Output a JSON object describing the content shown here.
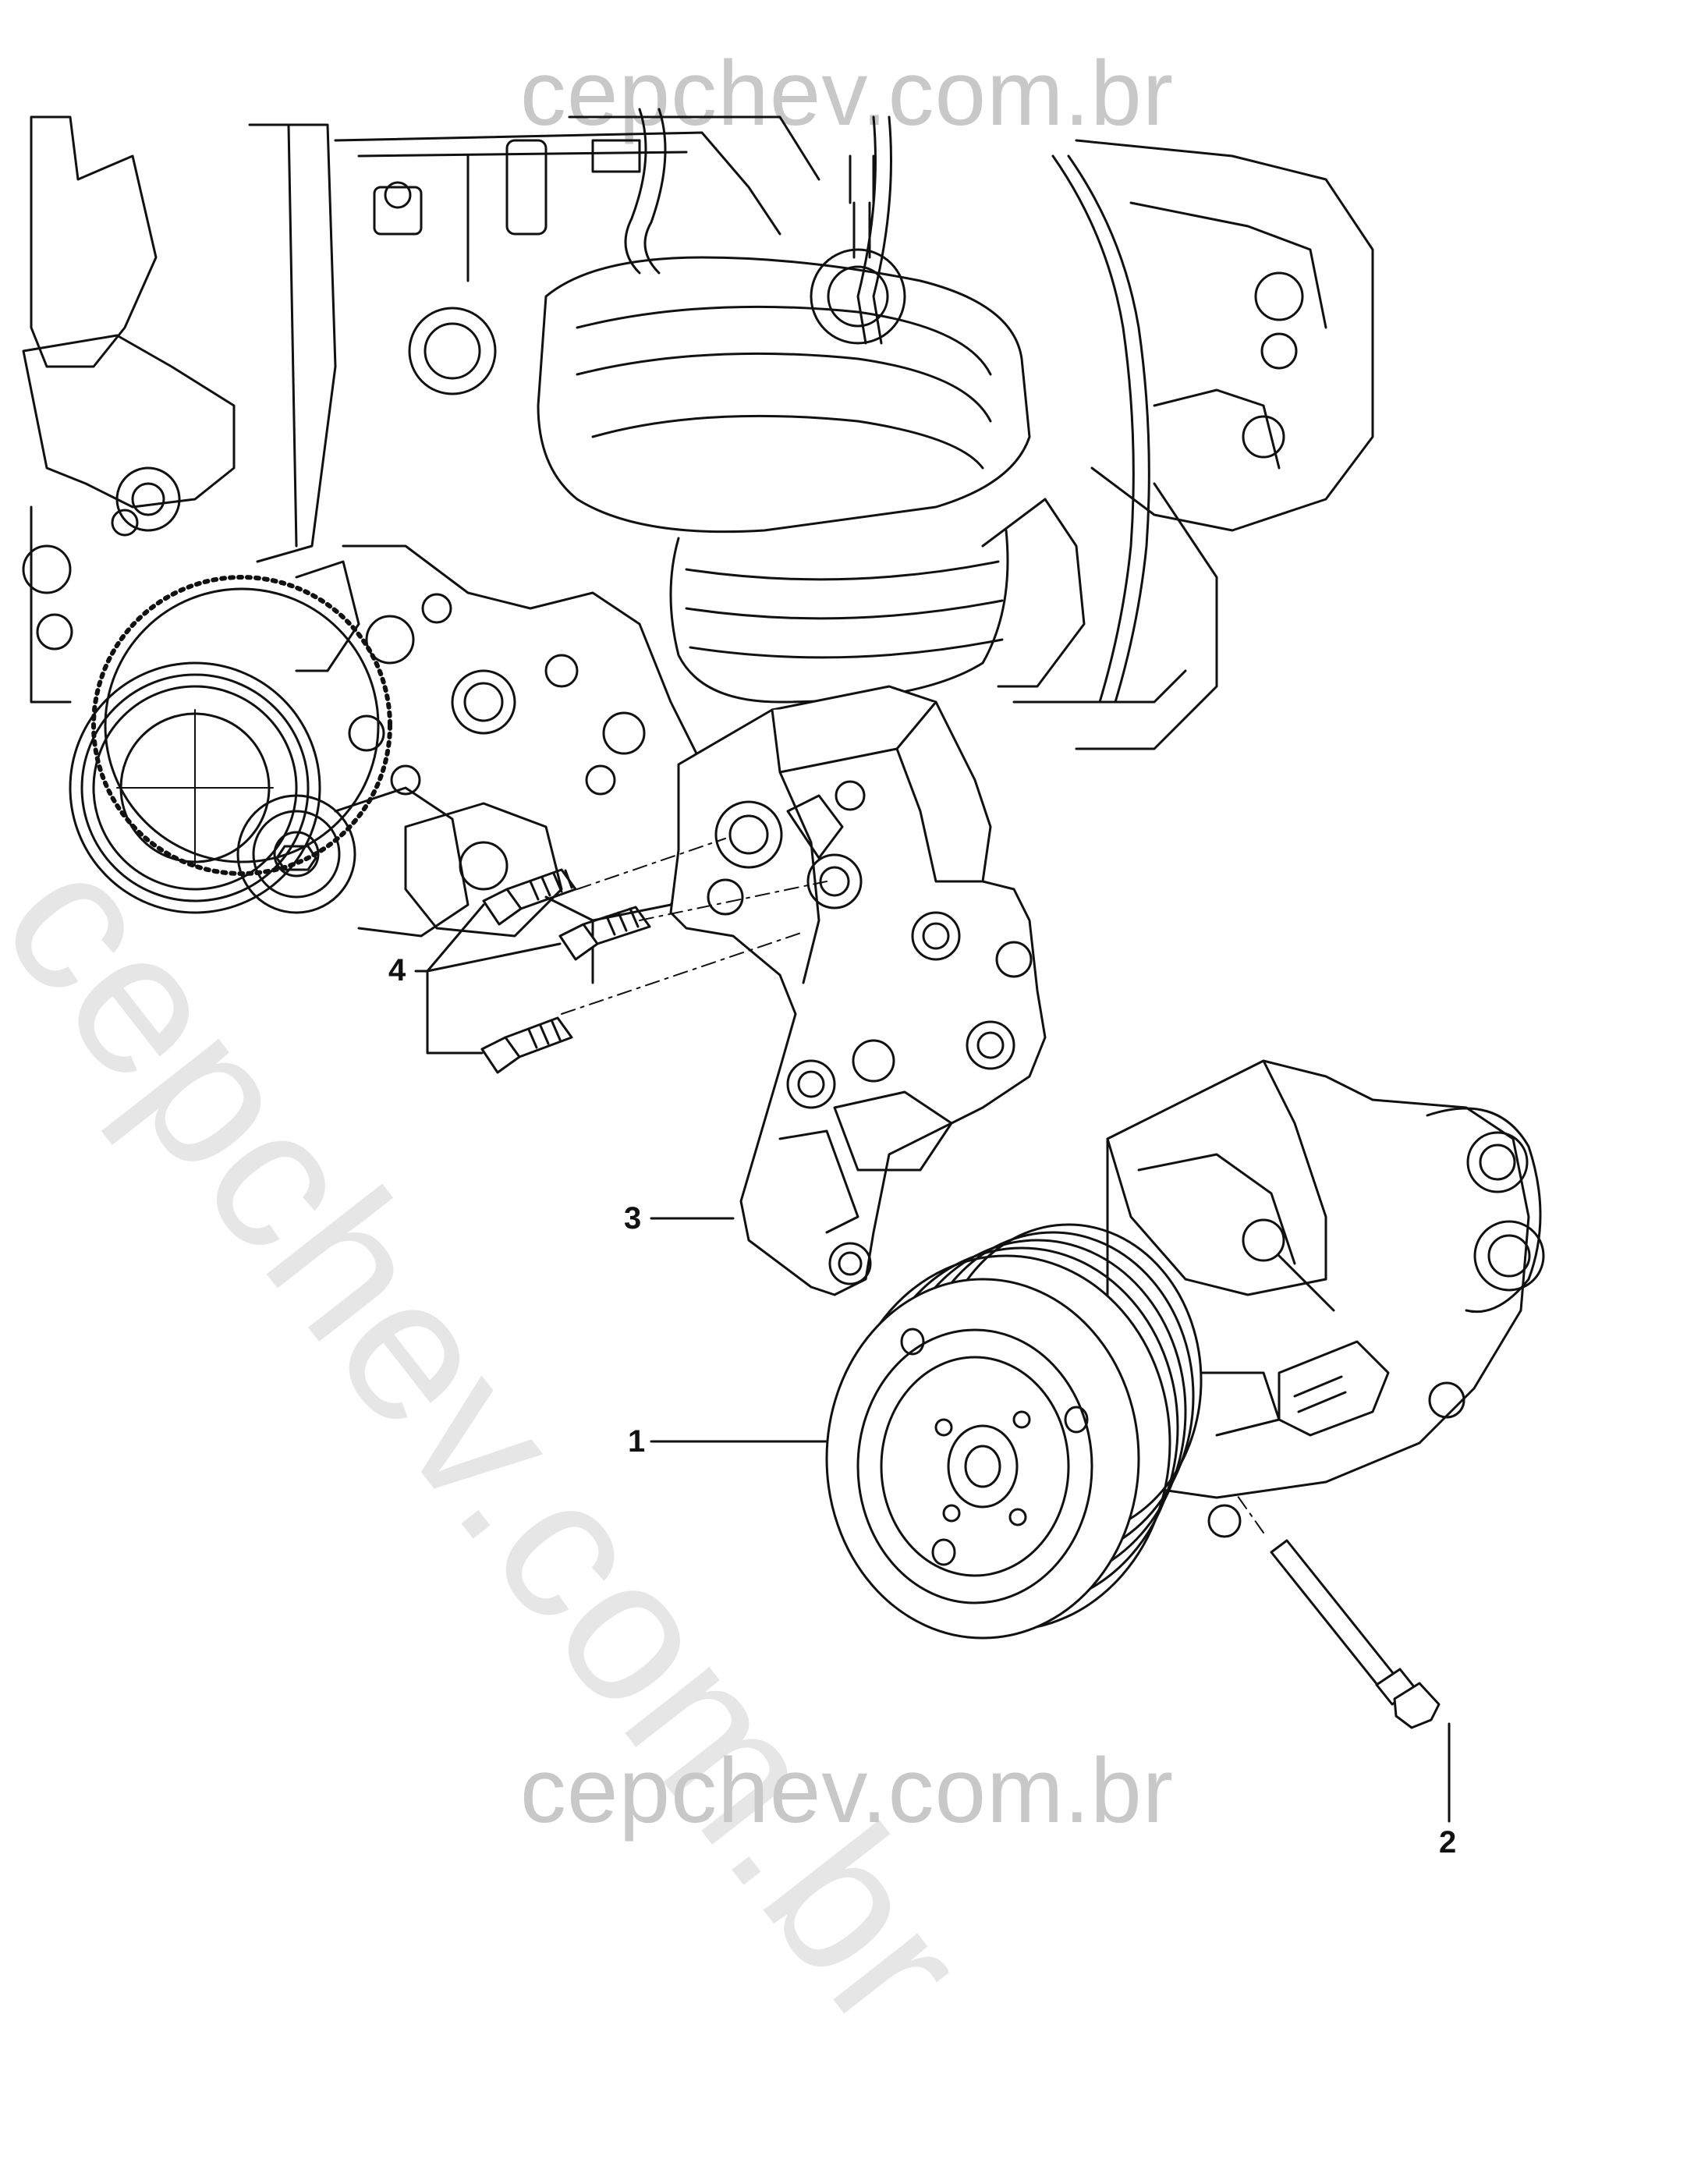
{
  "watermark": {
    "top": "cepchev.com.br",
    "bottom": "cepchev.com.br",
    "diagonal": "cepchev.com.br"
  },
  "callouts": {
    "c1": "1",
    "c2": "2",
    "c3": "3",
    "c4": "4"
  },
  "colors": {
    "line": "#111111",
    "watermark": "#c8c8c8"
  }
}
